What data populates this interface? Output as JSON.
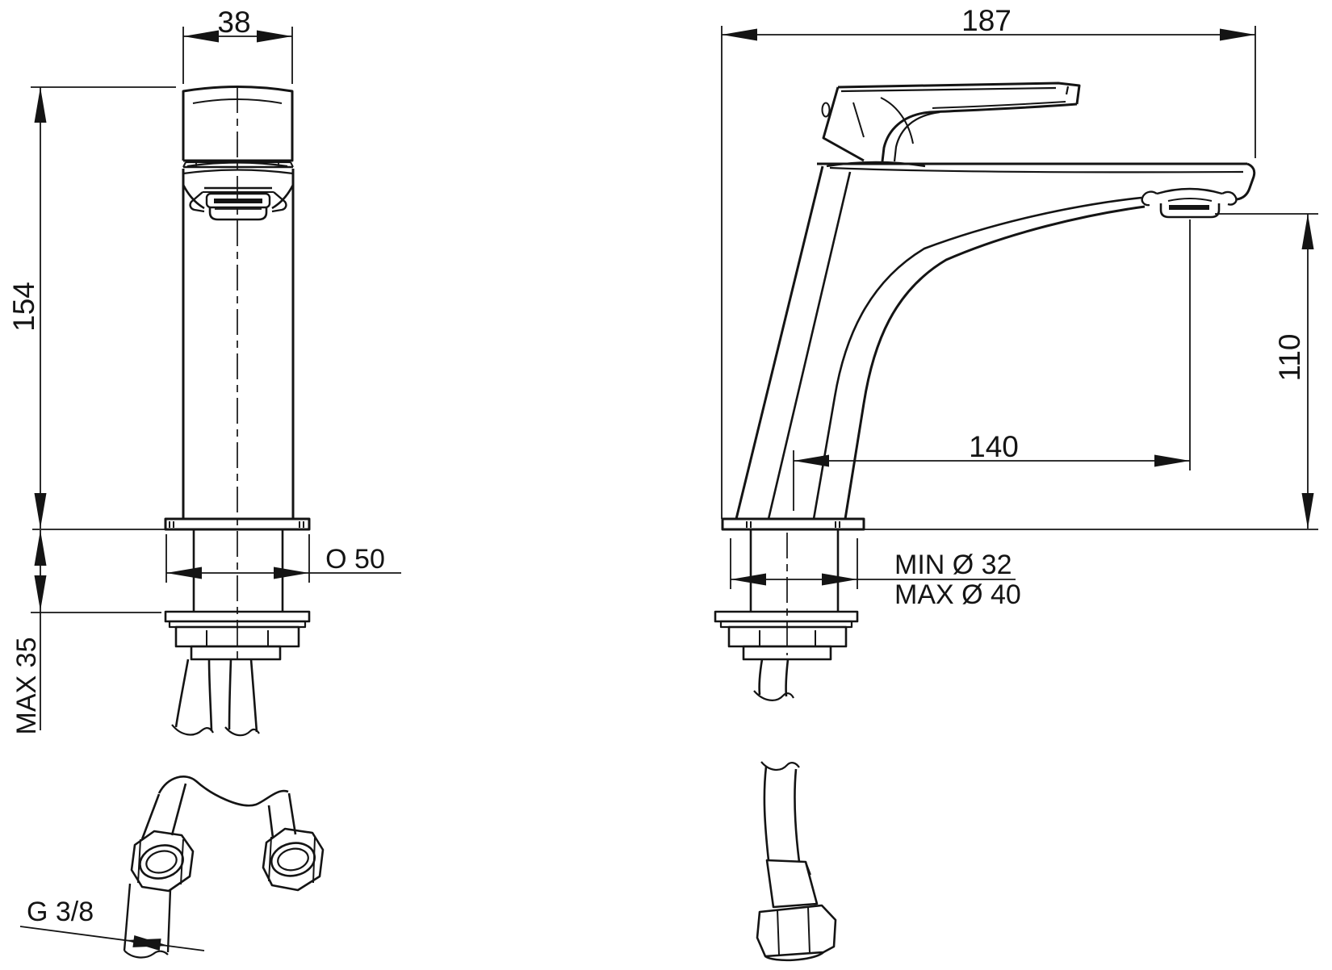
{
  "drawing_title": "basin mixer tap dimensional drawing",
  "colors": {
    "ink": "#141414",
    "background": "#ffffff"
  },
  "front_view": {
    "handle_width_label": "38",
    "height_label": "154",
    "deck_thickness_label": "MAX 35",
    "base_diameter_label": "O 50",
    "hose_thread_label": "G 3/8"
  },
  "side_view": {
    "length_label": "187",
    "reach_label": "140",
    "spout_height_label": "110",
    "hole_min_label": "MIN Ø 32",
    "hole_max_label": "MAX Ø 40"
  }
}
